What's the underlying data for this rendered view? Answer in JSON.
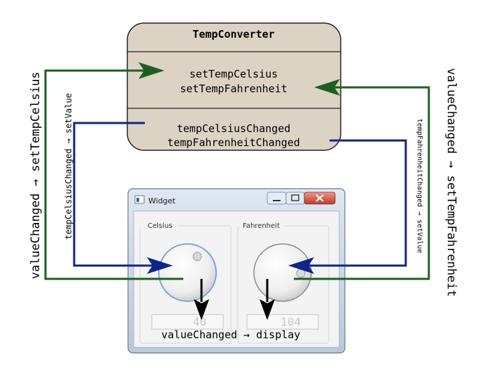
{
  "class_box": {
    "title": "TempConverter",
    "slots": [
      "setTempCelsius",
      "setTempFahrenheit"
    ],
    "signals": [
      "tempCelsiusChanged",
      "tempFahrenheitChanged"
    ]
  },
  "window": {
    "title": "Widget",
    "groups": [
      {
        "label": "Celsius",
        "lcd_value": "40"
      },
      {
        "label": "Fahrenheit",
        "lcd_value": "104"
      }
    ],
    "controls": [
      "minimize",
      "maximize",
      "close"
    ]
  },
  "connections": {
    "left_outer": "valueChanged → setTempCelsius",
    "left_inner": "tempCelsiusChanged → setValue",
    "right_outer": "valueChanged → setTempFahrenheit",
    "right_inner": "tempFahrenheitChanged → setValue",
    "bottom": "valueChanged → display"
  },
  "colors": {
    "class_fill": "#ddd3c5",
    "green": "#1f5e23",
    "blue": "#0f2587",
    "black": "#000000"
  }
}
